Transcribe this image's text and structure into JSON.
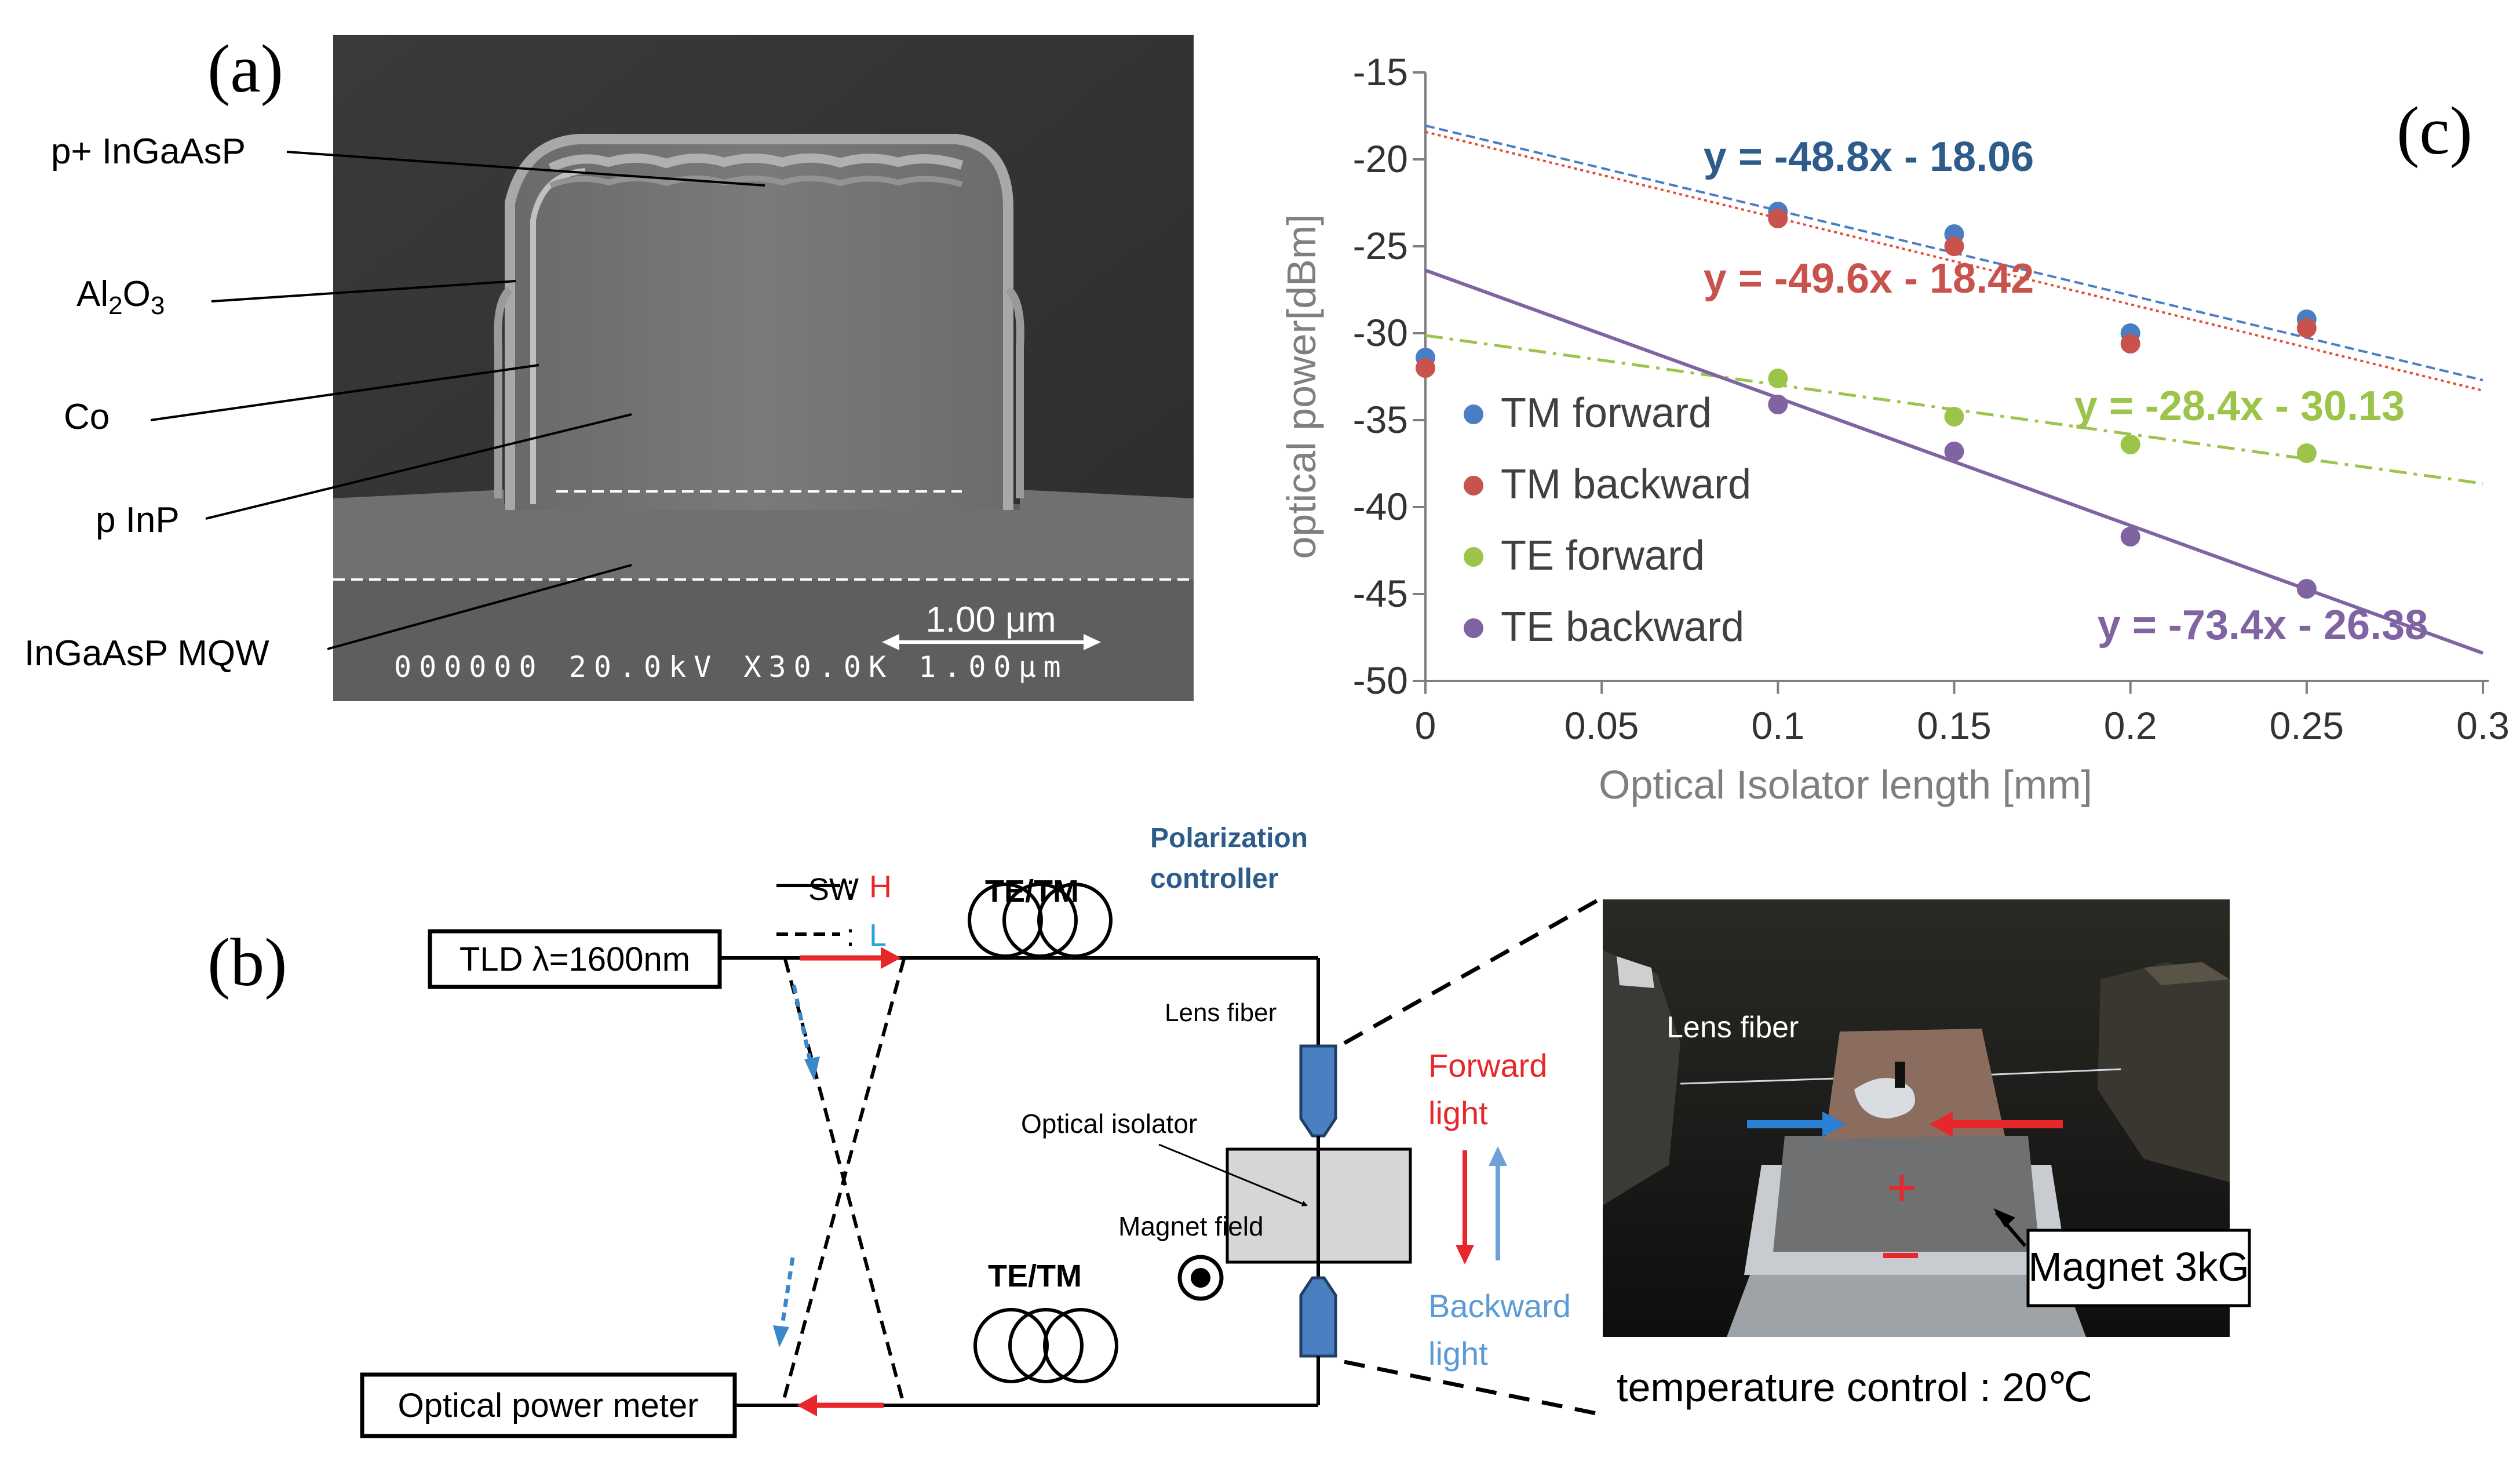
{
  "panel_labels": {
    "a": "(a)",
    "b": "(b)",
    "c": "(c)"
  },
  "sem": {
    "labels": [
      "p+ InGaAsP",
      "Al2O3",
      "Co",
      "p InP",
      "InGaAsP MQW"
    ],
    "al2o3": {
      "base": "Al",
      "sub1": "2",
      "mid": "O",
      "sub2": "3"
    },
    "scalebar": "1.00 μm",
    "info": "000000 20.0kV X30.0K 1.00μm"
  },
  "setup": {
    "sw": "SW",
    "legend_h_key": ": ",
    "legend_h": "H",
    "legend_l_key": ": ",
    "legend_l": "L",
    "tetm_top": "TE/TM",
    "tetm_bottom": "TE/TM",
    "pol_line1": "Polarization",
    "pol_line2": "controller",
    "tld": "TLD λ=1600nm",
    "power_meter": "Optical power meter",
    "lens_fiber": "Lens fiber",
    "optical_isolator": "Optical isolator",
    "magnet_field": "Magnet field",
    "forward_line1": "Forward",
    "forward_line2": "light",
    "backward_line1": "Backward",
    "backward_line2": "light",
    "photo_lens_fiber": "Lens fiber",
    "photo_magnet": "Magnet 3kG",
    "temperature": "temperature control : 20℃",
    "colors": {
      "red": "#e8272a",
      "blue": "#3a87c9",
      "dark_blue": "#2e5c8a",
      "device": "#4a7fc1"
    }
  },
  "chart_data": {
    "type": "scatter",
    "xlabel": "Optical Isolator length [mm]",
    "ylabel": "optical power[dBm]",
    "xlim": [
      0,
      0.3
    ],
    "ylim": [
      -50,
      -15
    ],
    "xticks": [
      "0",
      "0.05",
      "0.1",
      "0.15",
      "0.2",
      "0.25",
      "0.3"
    ],
    "yticks": [
      "-15",
      "-20",
      "-25",
      "-30",
      "-35",
      "-40",
      "-45",
      "-50"
    ],
    "legend_position": "lower-left",
    "series": [
      {
        "name": "TM forward",
        "color": "#4a7ec4",
        "x": [
          0,
          0.1,
          0.15,
          0.2,
          0.25
        ],
        "y": [
          -31.4,
          -23.0,
          -24.3,
          -30.0,
          -29.2
        ],
        "fit": {
          "label": "y = -48.8x - 18.06",
          "slope": -48.8,
          "intercept": -18.06,
          "style": "dashed",
          "label_color": "#2e5c8a"
        }
      },
      {
        "name": "TM backward",
        "color": "#c8524c",
        "x": [
          0,
          0.1,
          0.15,
          0.2,
          0.25
        ],
        "y": [
          -32.0,
          -23.4,
          -25.0,
          -30.6,
          -29.7
        ],
        "fit": {
          "label": "y = -49.6x - 18.42",
          "slope": -49.6,
          "intercept": -18.42,
          "style": "dotted",
          "label_color": "#c8524c"
        }
      },
      {
        "name": "TE forward",
        "color": "#9cc44a",
        "x": [
          0.1,
          0.15,
          0.2,
          0.25
        ],
        "y": [
          -32.6,
          -34.8,
          -36.4,
          -36.9
        ],
        "fit": {
          "label": "y = -28.4x - 30.13",
          "slope": -28.4,
          "intercept": -30.13,
          "style": "dashdot",
          "label_color": "#9cc44a"
        }
      },
      {
        "name": "TE backward",
        "color": "#8064a2",
        "x": [
          0.1,
          0.15,
          0.2,
          0.25
        ],
        "y": [
          -34.1,
          -36.8,
          -41.7,
          -44.7
        ],
        "fit": {
          "label": "y = -73.4x - 26.38",
          "slope": -73.4,
          "intercept": -26.38,
          "style": "solid",
          "label_color": "#8064a2"
        }
      }
    ]
  }
}
